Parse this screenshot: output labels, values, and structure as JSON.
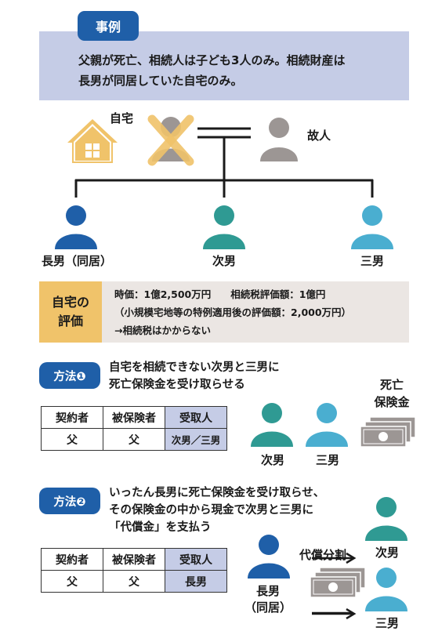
{
  "case": {
    "tag": "事例",
    "line1": "父親が死亡、相続人は子ども3人のみ。相続財産は",
    "line2": "長男が同居していた自宅のみ。"
  },
  "family": {
    "home_label": "自宅",
    "deceased_label": "故人",
    "child1": "長男（同居）",
    "child2": "次男",
    "child3": "三男"
  },
  "evaluation": {
    "tag_line1": "自宅の",
    "tag_line2": "評価",
    "line1": "時価：1億2,500万円　　相続税評価額：1億円",
    "line2": "（小規模宅地等の特例適用後の評価額：2,000万円）",
    "line3": "→相続税はかからない"
  },
  "method1": {
    "tag": "方法❶",
    "line1": "自宅を相続できない次男と三男に",
    "line2": "死亡保険金を受け取らせる",
    "table": {
      "headers": [
        "契約者",
        "被保険者",
        "受取人"
      ],
      "row": [
        "父",
        "父",
        "次男／三男"
      ]
    },
    "insurance_label_line1": "死亡",
    "insurance_label_line2": "保険金",
    "person_a": "次男",
    "person_b": "三男"
  },
  "method2": {
    "tag": "方法❷",
    "line1": "いったん長男に死亡保険金を受け取らせ、",
    "line2": "その保険金の中から現金で次男と三男に",
    "line3": "「代償金」を支払う",
    "table": {
      "headers": [
        "契約者",
        "被保険者",
        "受取人"
      ],
      "row": [
        "父",
        "父",
        "長男"
      ]
    },
    "payer_line1": "長男",
    "payer_line2": "（同居）",
    "transfer_label": "代償分割",
    "receiver_a": "次男",
    "receiver_b": "三男"
  },
  "colors": {
    "blue": "#1f5fa8",
    "teal": "#2f9a93",
    "lightblue": "#4aaed0",
    "gray": "#9c9694",
    "house": "#f0c36a"
  }
}
